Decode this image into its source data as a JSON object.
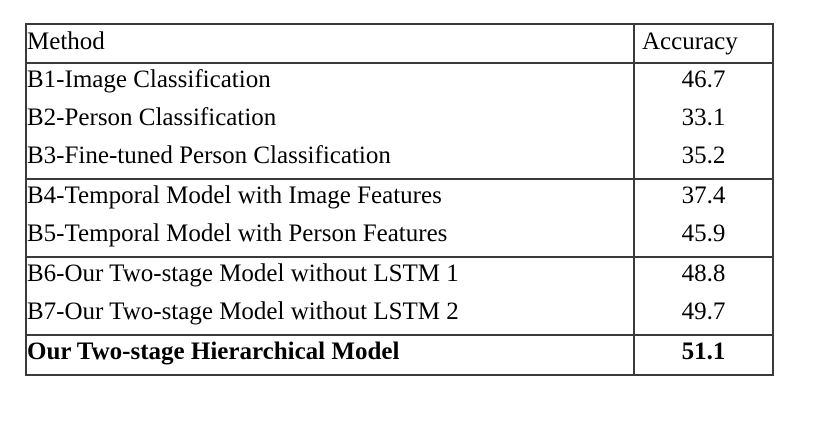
{
  "table": {
    "columns": [
      {
        "key": "method",
        "label": "Method"
      },
      {
        "key": "accuracy",
        "label": "Accuracy"
      }
    ],
    "groups": [
      {
        "rows": [
          {
            "method": "B1-Image Classification",
            "accuracy": "46.7",
            "bold": false
          },
          {
            "method": "B2-Person Classification",
            "accuracy": "33.1",
            "bold": false
          },
          {
            "method": "B3-Fine-tuned Person Classification",
            "accuracy": "35.2",
            "bold": false
          }
        ]
      },
      {
        "rows": [
          {
            "method": "B4-Temporal Model with Image Features",
            "accuracy": "37.4",
            "bold": false
          },
          {
            "method": "B5-Temporal Model with Person Features",
            "accuracy": "45.9",
            "bold": false
          }
        ]
      },
      {
        "rows": [
          {
            "method": "B6-Our Two-stage Model without LSTM 1",
            "accuracy": "48.8",
            "bold": false
          },
          {
            "method": "B7-Our Two-stage Model without LSTM 2",
            "accuracy": "49.7",
            "bold": false
          }
        ]
      },
      {
        "rows": [
          {
            "method": "Our Two-stage Hierarchical Model",
            "accuracy": "51.1",
            "bold": true
          }
        ]
      }
    ]
  },
  "style": {
    "rule_color": "#3a3a3a",
    "text_color": "#000000",
    "background": "#ffffff"
  }
}
